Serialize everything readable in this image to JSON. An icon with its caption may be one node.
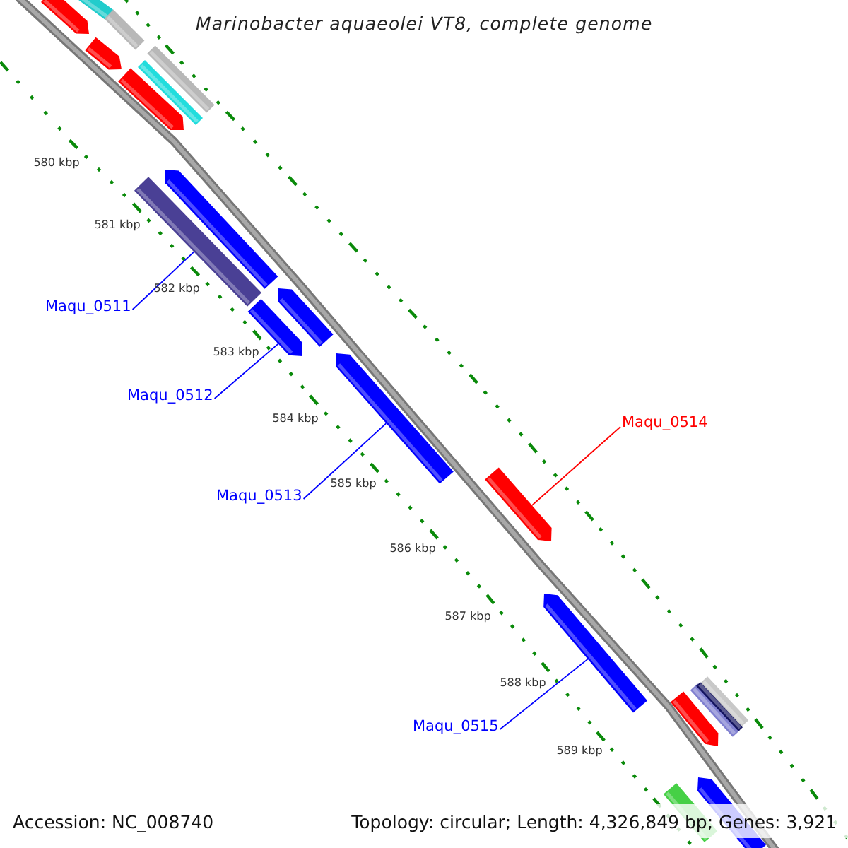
{
  "diagram": {
    "title": "Marinobacter aquaeolei VT8, complete genome",
    "nodes": [
      {
        "text": [
          "Maqu_0511"
        ]
      },
      {
        "text": [],
        "shape": "bar"
      },
      {
        "text": [
          "Maqu_0512"
        ]
      },
      {
        "text": [],
        "shape": "bar"
      },
      {
        "text": [
          "Maqu_0513"
        ]
      },
      {
        "text": [],
        "shape": "bar"
      },
      {
        "text": [
          "Maqu_0514"
        ]
      },
      {
        "text": [],
        "shape": "bar"
      },
      {
        "text": [
          "Maqu_0515"
        ]
      },
      {
        "text": [],
        "shape": "bar"
      }
    ],
    "edges": [
      {
        "from": 0,
        "to": 1,
        "arrow": "none"
      },
      {
        "from": 2,
        "to": 3,
        "arrow": "none"
      },
      {
        "from": 4,
        "to": 5,
        "arrow": "none"
      },
      {
        "from": 6,
        "to": 7,
        "arrow": "none",
        "color": "#ff0000"
      },
      {
        "from": 8,
        "to": 9,
        "arrow": "none"
      }
    ],
    "labels": [
      "580 kbp",
      "581 kbp",
      "582 kbp",
      "583 kbp",
      "584 kbp",
      "585 kbp",
      "586 kbp",
      "587 kbp",
      "588 kbp",
      "589 kbp",
      "Accession: NC_008740",
      "Topology: circular; Length: 4,326,849 bp; Genes: 3,921"
    ]
  }
}
